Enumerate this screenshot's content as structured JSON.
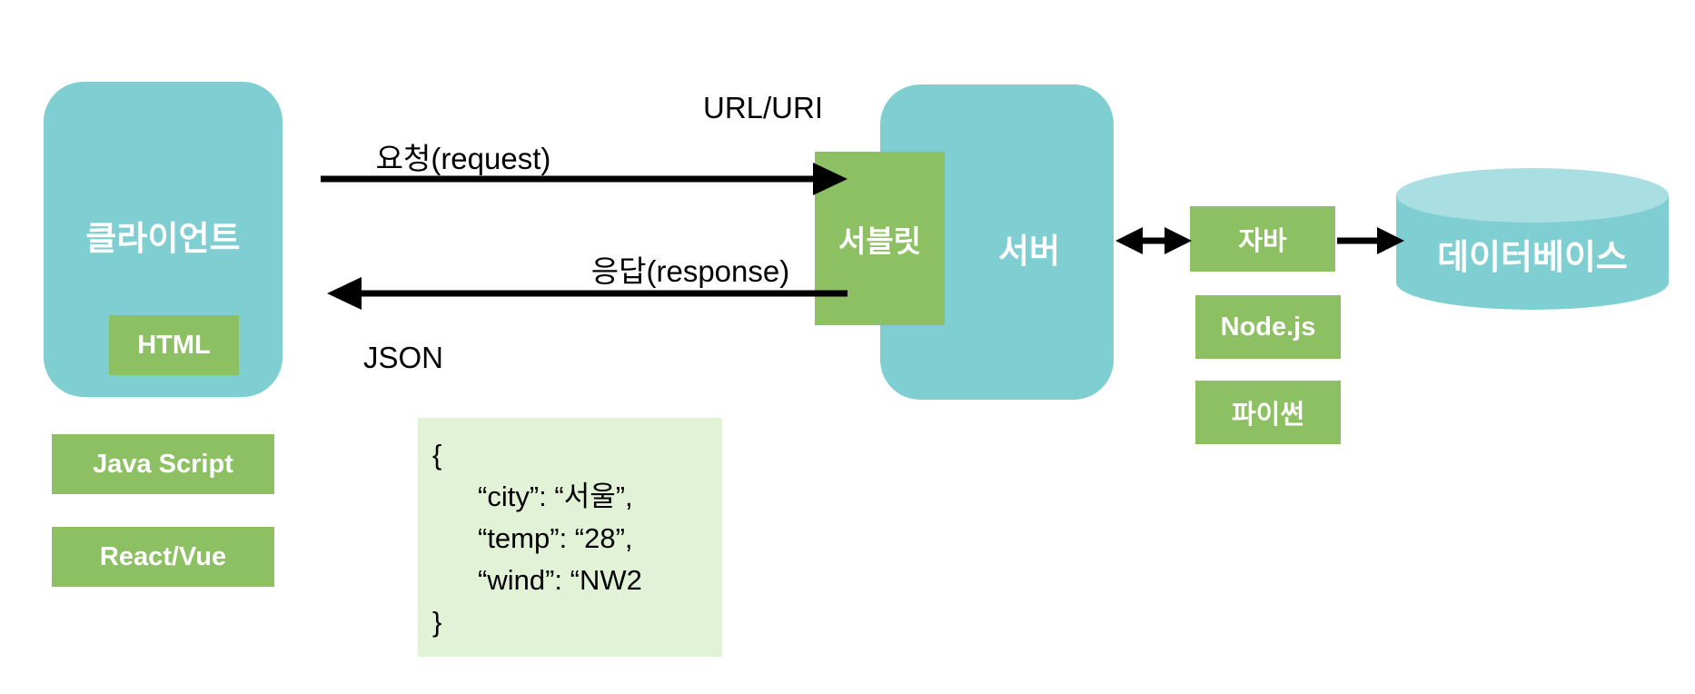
{
  "client": {
    "label": "클라이언트",
    "html": "HTML",
    "javascript": "Java Script",
    "react_vue": "React/Vue"
  },
  "flow": {
    "request": "요청(request)",
    "url": "URL/URI",
    "response": "응답(response)",
    "json": "JSON"
  },
  "server": {
    "label": "서버",
    "servlet": "서블릿"
  },
  "backend": {
    "java": "자바",
    "nodejs": "Node.js",
    "python": "파이썬"
  },
  "database": {
    "label": "데이터베이스"
  },
  "json_payload": {
    "lines": [
      "{",
      "“city”: “서울”,",
      "“temp”: “28”,",
      "“wind”: “NW2",
      "}"
    ]
  },
  "colors": {
    "teal": "#7fced2",
    "teal_light": "#a9dee2",
    "green": "#8dc063",
    "green_light": "#e2f2d6",
    "arrow": "#000000"
  }
}
